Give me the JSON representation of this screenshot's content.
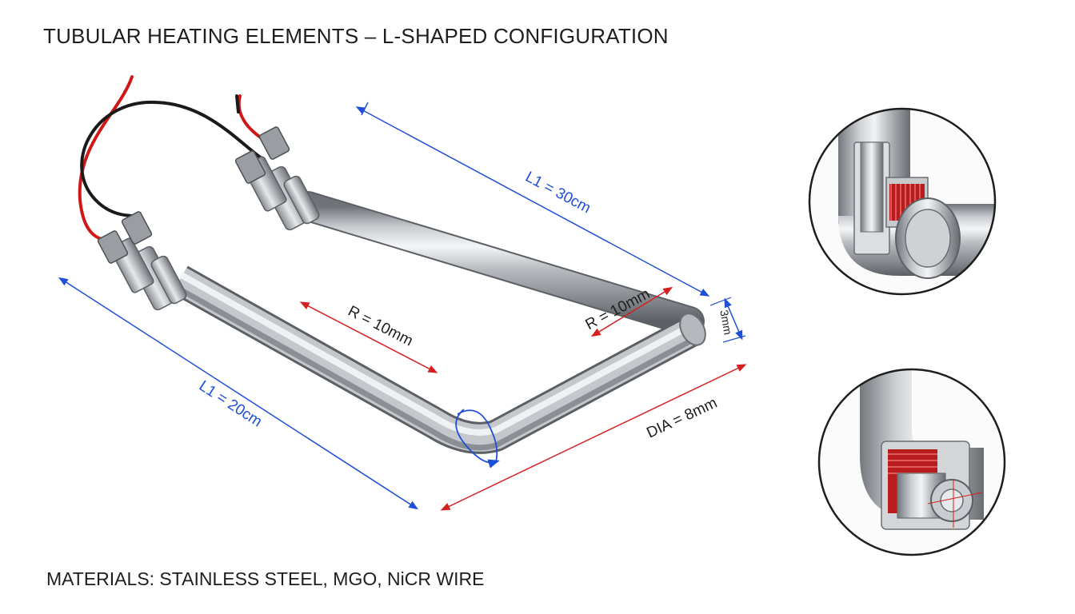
{
  "title": "TUBULAR HEATING ELEMENTS – L-SHAPED CONFIGURATION",
  "materials": "MATERIALS: STAINLESS STEEL, MGO, NiCR WIRE",
  "dimensions": {
    "l1_long": "L1 = 30cm",
    "l1_short": "L1 = 20cm",
    "radius_inner": "R = 10mm",
    "radius_outer": "R = 10mm",
    "diameter": "DIA = 8mm",
    "sheath": "3mm"
  },
  "colors": {
    "dimension_blue": "#1f4fd6",
    "dimension_red": "#d42020",
    "wire_red": "#d01818",
    "wire_black": "#1a1a1a",
    "coil_red": "#b81c1c"
  },
  "details": {
    "top_detail": "cutaway-bend-with-coil",
    "bottom_detail": "cutaway-end-with-coil"
  }
}
